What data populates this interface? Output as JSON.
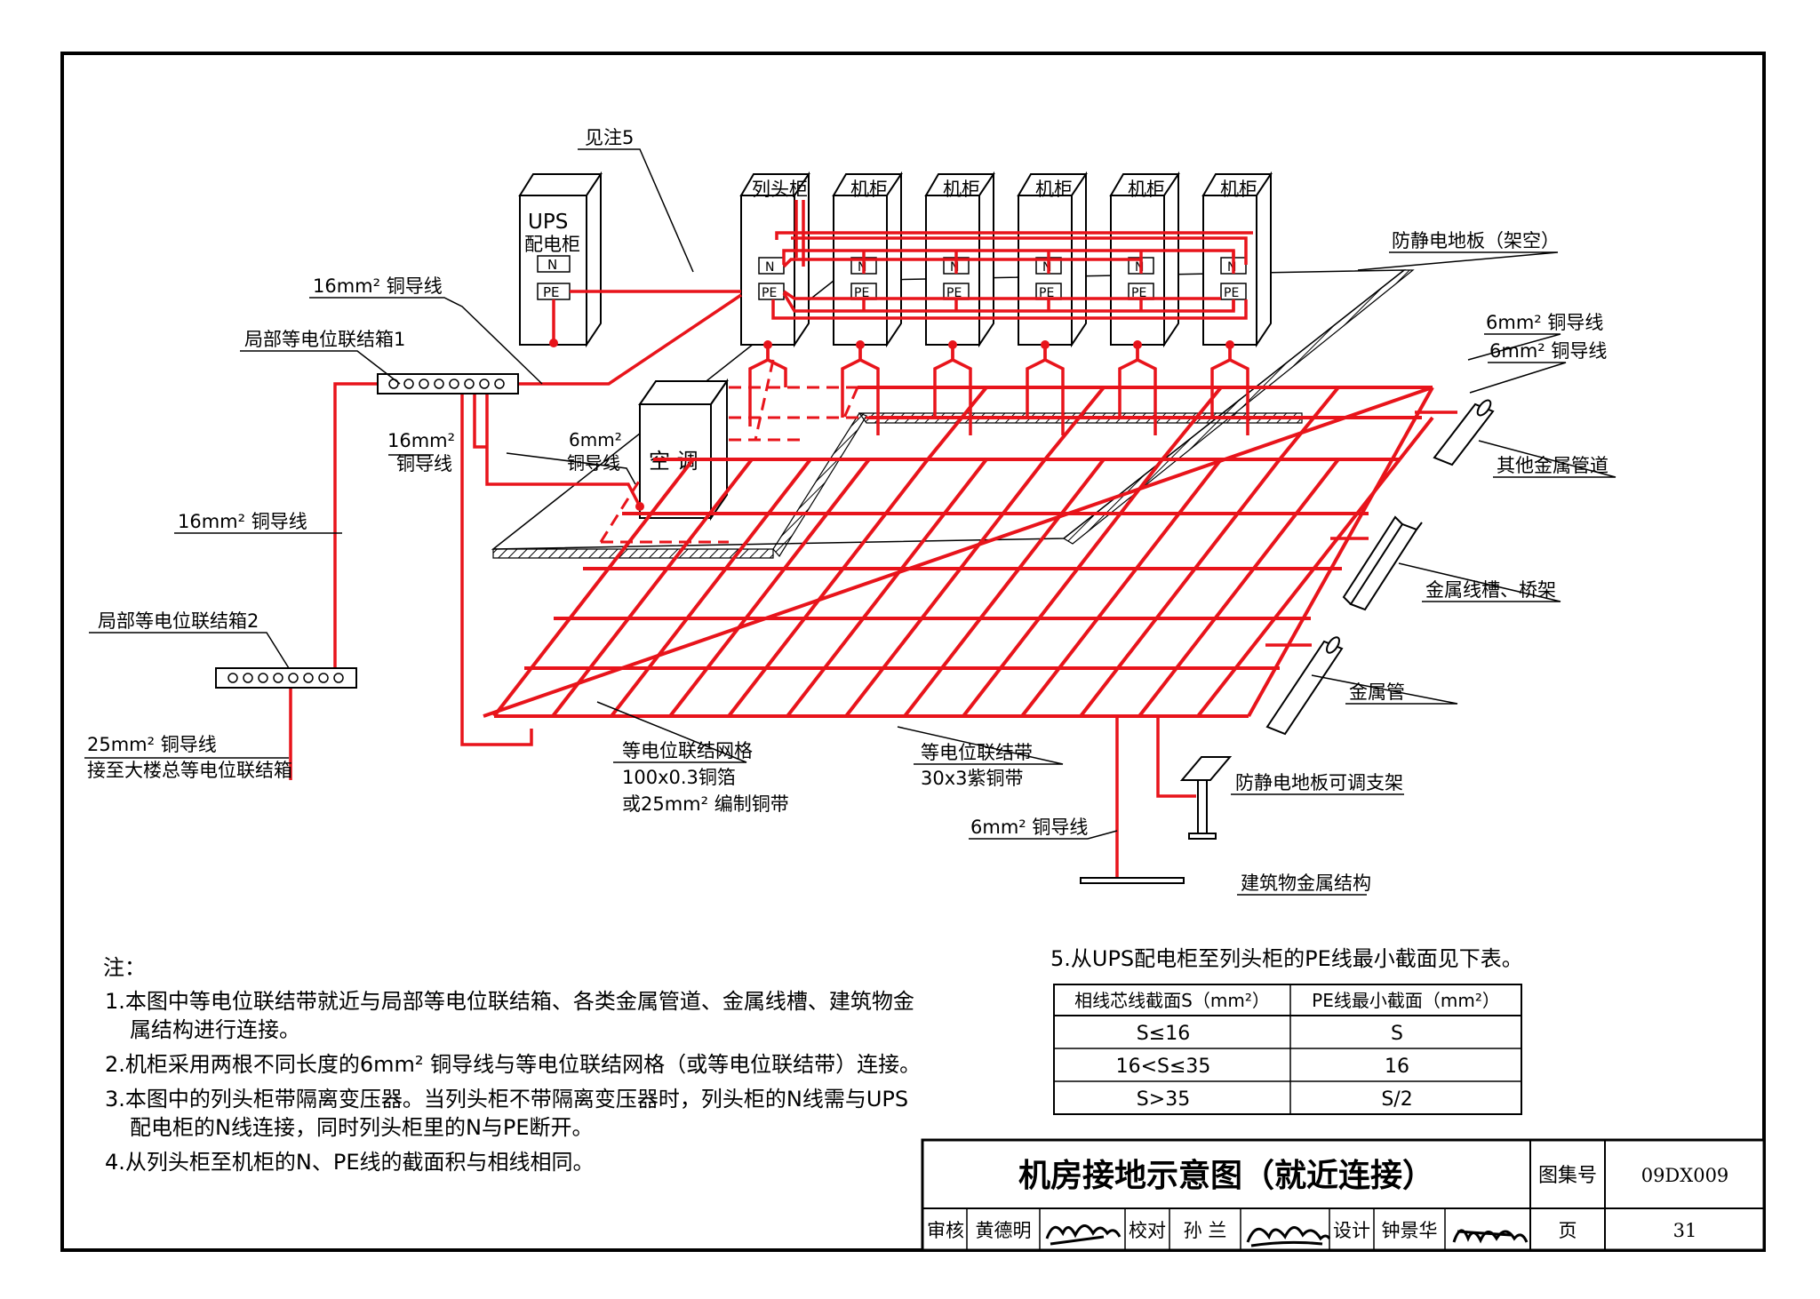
{
  "drawing": {
    "title": "机房接地示意图（就近连接）",
    "atlas_no_label": "图集号",
    "atlas_no": "09DX009",
    "page_label": "页",
    "page_no": "31",
    "review_label": "审核",
    "reviewer": "黄德明",
    "check_label": "校对",
    "checker": "孙 兰",
    "design_label": "设计",
    "designer": "钟景华",
    "signatures": [
      "黄德明 signature",
      "孙兰 signature",
      "钟景华 signature"
    ]
  },
  "equipment": {
    "ups_line1": "UPS",
    "ups_line2": "配电柜",
    "n": "N",
    "pe": "PE",
    "head_cabinet": "列头柜",
    "cabinet": "机柜",
    "aircon": "空 调"
  },
  "labels": {
    "see_note5": "见注5",
    "wire16_a": "16mm² 铜导线",
    "ldb1": "局部等电位联结箱1",
    "wire16_b1": "16mm²",
    "wire16_b2": "铜导线",
    "wire6_ac1": "6mm²",
    "wire6_ac2": "铜导线",
    "wire16_c": "16mm² 铜导线",
    "ldb2": "局部等电位联结箱2",
    "wire25_1": "25mm² 铜导线",
    "wire25_2": "接至大楼总等电位联结箱",
    "floor": "防静电地板（架空）",
    "wire6_r1": "6mm² 铜导线",
    "wire6_r2": "6mm² 铜导线",
    "other_pipe": "其他金属管道",
    "tray": "金属线槽、桥架",
    "metal_pipe": "金属管",
    "grid1": "等电位联结网格",
    "grid2": "100x0.3铜箔",
    "grid3": "或25mm² 编制铜带",
    "strip1": "等电位联结带",
    "strip2": "30x3紫铜带",
    "support": "防静电地板可调支架",
    "wire6_b": "6mm² 铜导线",
    "building": "建筑物金属结构"
  },
  "notes": {
    "heading": "注：",
    "n1a": "1.本图中等电位联结带就近与局部等电位联结箱、各类金属管道、金属线槽、建筑物金",
    "n1b": "属结构进行连接。",
    "n2": "2.机柜采用两根不同长度的6mm² 铜导线与等电位联结网格（或等电位联结带）连接。",
    "n3a": "3.本图中的列头柜带隔离变压器。当列头柜不带隔离变压器时，列头柜的N线需与UPS",
    "n3b": "配电柜的N线连接，同时列头柜里的N与PE断开。",
    "n4": "4.从列头柜至机柜的N、PE线的截面积与相线相同。",
    "n5": "5.从UPS配电柜至列头柜的PE线最小截面见下表。"
  },
  "pe_table": {
    "headers": [
      "相线芯线截面S（mm²）",
      "PE线最小截面（mm²）"
    ],
    "rows": [
      [
        "S≤16",
        "S"
      ],
      [
        "16<S≤35",
        "16"
      ],
      [
        "S>35",
        "S/2"
      ]
    ]
  },
  "colors": {
    "conductor": "#e8141b",
    "line": "#000000",
    "background": "#ffffff"
  }
}
